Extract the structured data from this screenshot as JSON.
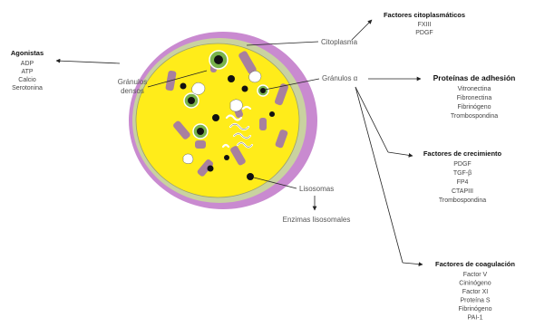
{
  "cell": {
    "colors": {
      "outer_membrane": "#c98ad0",
      "inner_membrane": "#c9d2a0",
      "cytoplasm": "#ffec1a",
      "mitochondria": "#a8809e",
      "granule_green": "#79b34a",
      "dense_granule": "#111111",
      "lysosome_white": "#ffffff"
    }
  },
  "labels": {
    "organelles": {
      "dense_granules": [
        "Gránulos",
        "densos"
      ],
      "cytoplasm": "Citoplasma",
      "alpha_granules": "Gránulos α",
      "lysosomes": "Lisosomas",
      "lysosomal_enzymes": "Enzimas lisosomales"
    },
    "agonists": {
      "title": "Agonistas",
      "items": [
        "ADP",
        "ATP",
        "Calcio",
        "Serotonina"
      ]
    },
    "cytoplasmic_factors": {
      "title": "Factores citoplasmáticos",
      "items": [
        "FXIII",
        "PDGF"
      ]
    },
    "adhesion_proteins": {
      "title": "Proteínas de adhesión",
      "items": [
        "Vitronectina",
        "Fibronectina",
        "Fibrinógeno",
        "Trombospondina"
      ]
    },
    "growth_factors": {
      "title": "Factores de crecimiento",
      "items": [
        "PDGF",
        "TGF-β",
        "FP4",
        "CTAPIII",
        "Trombospondina"
      ]
    },
    "coagulation_factors": {
      "title": "Factores de coagulación",
      "items": [
        "Factor V",
        "Cininógeno",
        "Factor XI",
        "Proteína S",
        "Fibrinógeno",
        "PAI-1"
      ]
    }
  }
}
